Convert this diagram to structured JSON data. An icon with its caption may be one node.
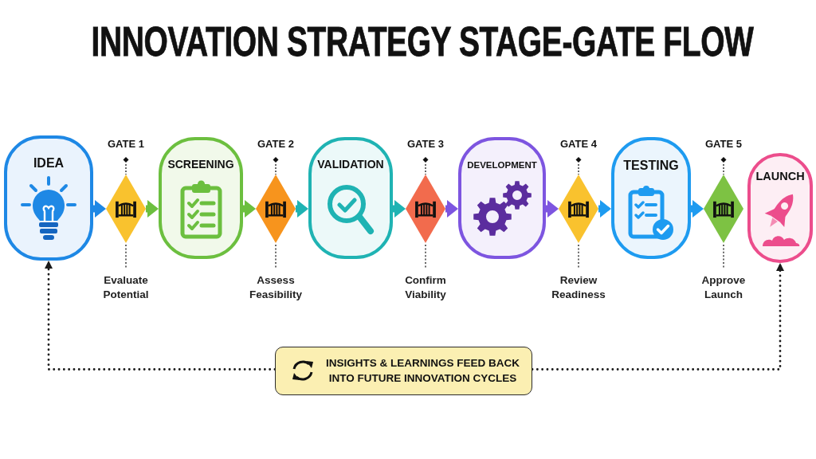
{
  "diagram": {
    "title": "INNOVATION STRATEGY STAGE-GATE FLOW",
    "nodes": [
      {
        "text": [
          "IDEA"
        ]
      },
      {
        "text": [
          "GATE 1"
        ],
        "beside": [
          "Evaluate Potential"
        ]
      },
      {
        "text": [
          "SCREENING"
        ]
      },
      {
        "text": [
          "GATE 2"
        ],
        "beside": [
          "Assess Feasibility"
        ]
      },
      {
        "text": [
          "VALIDATION"
        ]
      },
      {
        "text": [
          "GATE 3"
        ],
        "beside": [
          "Confirm Viability"
        ]
      },
      {
        "text": [
          "DEVELOPMENT"
        ]
      },
      {
        "text": [
          "GATE 4"
        ],
        "beside": [
          "Review Readiness"
        ]
      },
      {
        "text": [
          "TESTING"
        ]
      },
      {
        "text": [
          "GATE 5"
        ],
        "beside": [
          "Approve Launch"
        ]
      },
      {
        "text": [
          "LAUNCH"
        ]
      },
      {
        "text": [
          "INSIGHTS & LEARNINGS FEED BACK INTO FUTURE INNOVATION CYCLES"
        ]
      }
    ],
    "edges": [
      {
        "from": 0,
        "to": 1,
        "arrow": "to",
        "color": "#1e88e5"
      },
      {
        "from": 1,
        "to": 2,
        "arrow": "to",
        "color": "#6cbf3f"
      },
      {
        "from": 2,
        "to": 3,
        "arrow": "to",
        "color": "#6cbf3f"
      },
      {
        "from": 3,
        "to": 4,
        "arrow": "to",
        "color": "#1fb3b3"
      },
      {
        "from": 4,
        "to": 5,
        "arrow": "to",
        "color": "#1fb3b3"
      },
      {
        "from": 5,
        "to": 6,
        "arrow": "to",
        "color": "#7d55e0"
      },
      {
        "from": 6,
        "to": 7,
        "arrow": "to",
        "color": "#7d55e0"
      },
      {
        "from": 7,
        "to": 8,
        "arrow": "to",
        "color": "#1e9bf0"
      },
      {
        "from": 8,
        "to": 9,
        "arrow": "to",
        "color": "#1e9bf0"
      },
      {
        "from": 11,
        "to": 0,
        "arrow": "to",
        "style": "dashed",
        "color": "#1a1a1a"
      },
      {
        "from": 11,
        "to": 10,
        "arrow": "to",
        "style": "dashed",
        "color": "#1a1a1a"
      }
    ]
  }
}
